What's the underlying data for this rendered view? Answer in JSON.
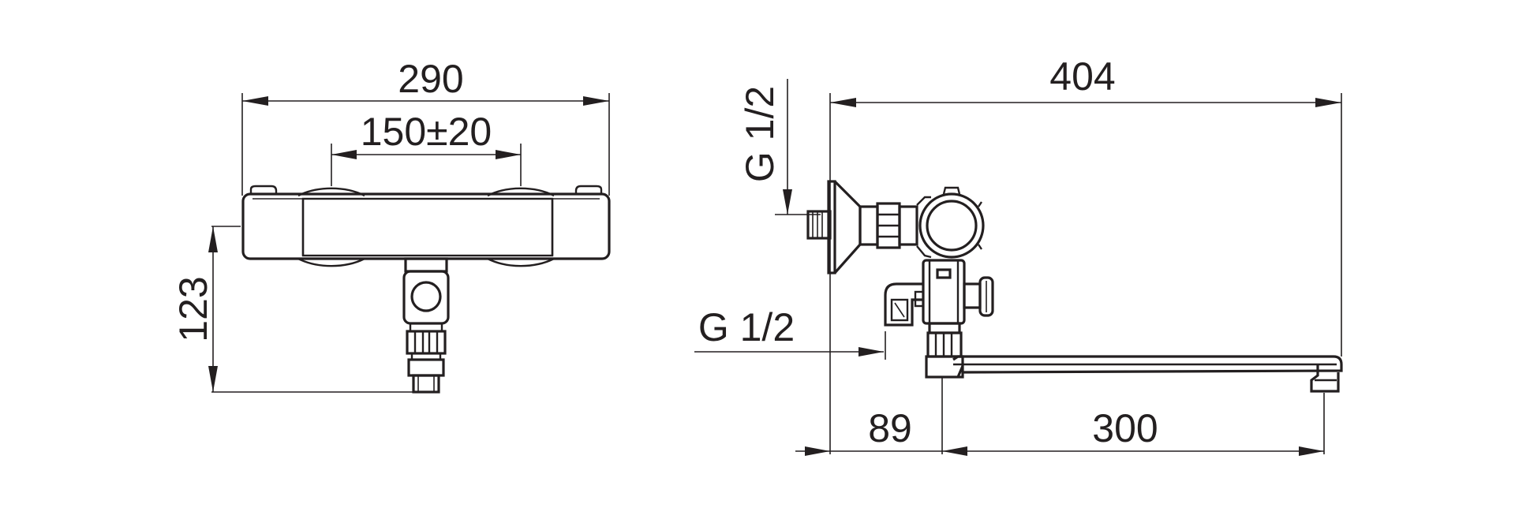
{
  "dimensions": {
    "front_width": "290",
    "front_center_distance": "150±20",
    "front_height": "123",
    "side_depth": "404",
    "side_inlet_top": "G 1/2",
    "side_inlet_bottom": "G 1/2",
    "side_spout_offset": "89",
    "side_spout_length": "300"
  },
  "colors": {
    "line": "#231f20",
    "background": "#ffffff"
  }
}
